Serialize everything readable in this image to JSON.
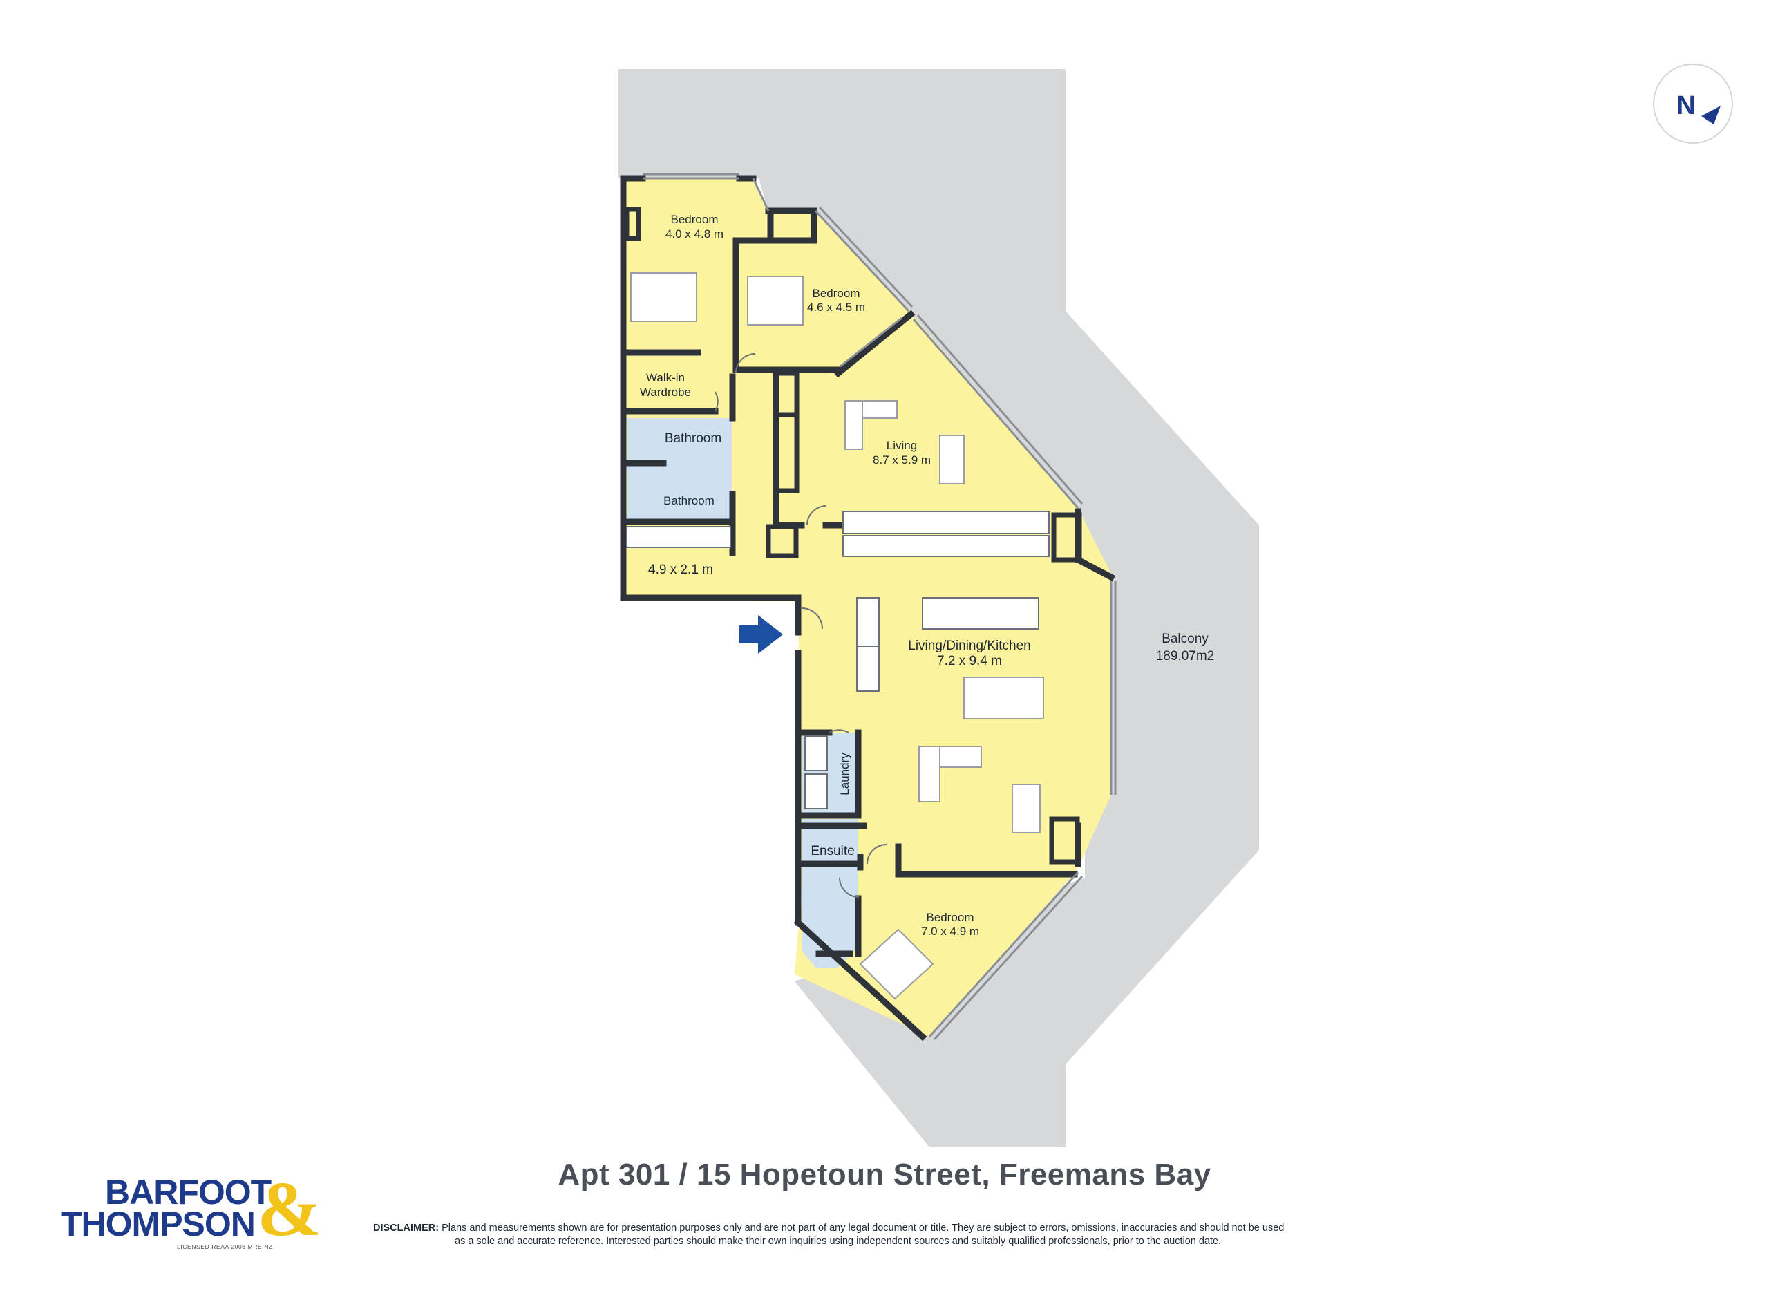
{
  "address": "Apt 301 / 15 Hopetoun Street, Freemans Bay",
  "compass": {
    "letter": "N"
  },
  "rooms": {
    "bedroom1": {
      "name": "Bedroom",
      "dims": "4.0 x 4.8 m"
    },
    "bedroom2": {
      "name": "Bedroom",
      "dims": "4.6 x 4.5 m"
    },
    "walkin": {
      "line1": "Walk-in",
      "line2": "Wardrobe"
    },
    "bathroom1": {
      "name": "Bathroom"
    },
    "bathroom2": {
      "name": "Bathroom"
    },
    "hall": {
      "dims": "4.9 x 2.1 m"
    },
    "living": {
      "name": "Living",
      "dims": "8.7 x 5.9 m"
    },
    "ldk": {
      "name": "Living/Dining/Kitchen",
      "dims": "7.2 x 9.4 m"
    },
    "laundry": {
      "name": "Laundry"
    },
    "ensuite": {
      "name": "Ensuite"
    },
    "bedroom3": {
      "name": "Bedroom",
      "dims": "7.0 x 4.9 m"
    },
    "balcony": {
      "name": "Balcony",
      "area": "189.07m2"
    }
  },
  "disclaimer": {
    "label": "DISCLAIMER:",
    "line1": "Plans and measurements shown are for presentation purposes only and are not part of any legal document or title. They are subject to errors, omissions, inaccuracies and should not be used",
    "line2": "as a sole and accurate reference. Interested parties should make their own inquiries using independent sources and suitably qualified professionals, prior to the auction date."
  },
  "logo": {
    "line1": "BARFOOT",
    "line2": "THOMPSON",
    "ampersand": "&",
    "license": "LICENSED REAA 2008 MREINZ"
  },
  "colors": {
    "floor": "#fbf39d",
    "wet_area": "#cfe0f1",
    "balcony": "#d6d8d9",
    "wall": "#2e3339",
    "brand_blue": "#1e3a8a",
    "brand_yellow": "#f2c318",
    "arrow": "#1d4fa3"
  }
}
